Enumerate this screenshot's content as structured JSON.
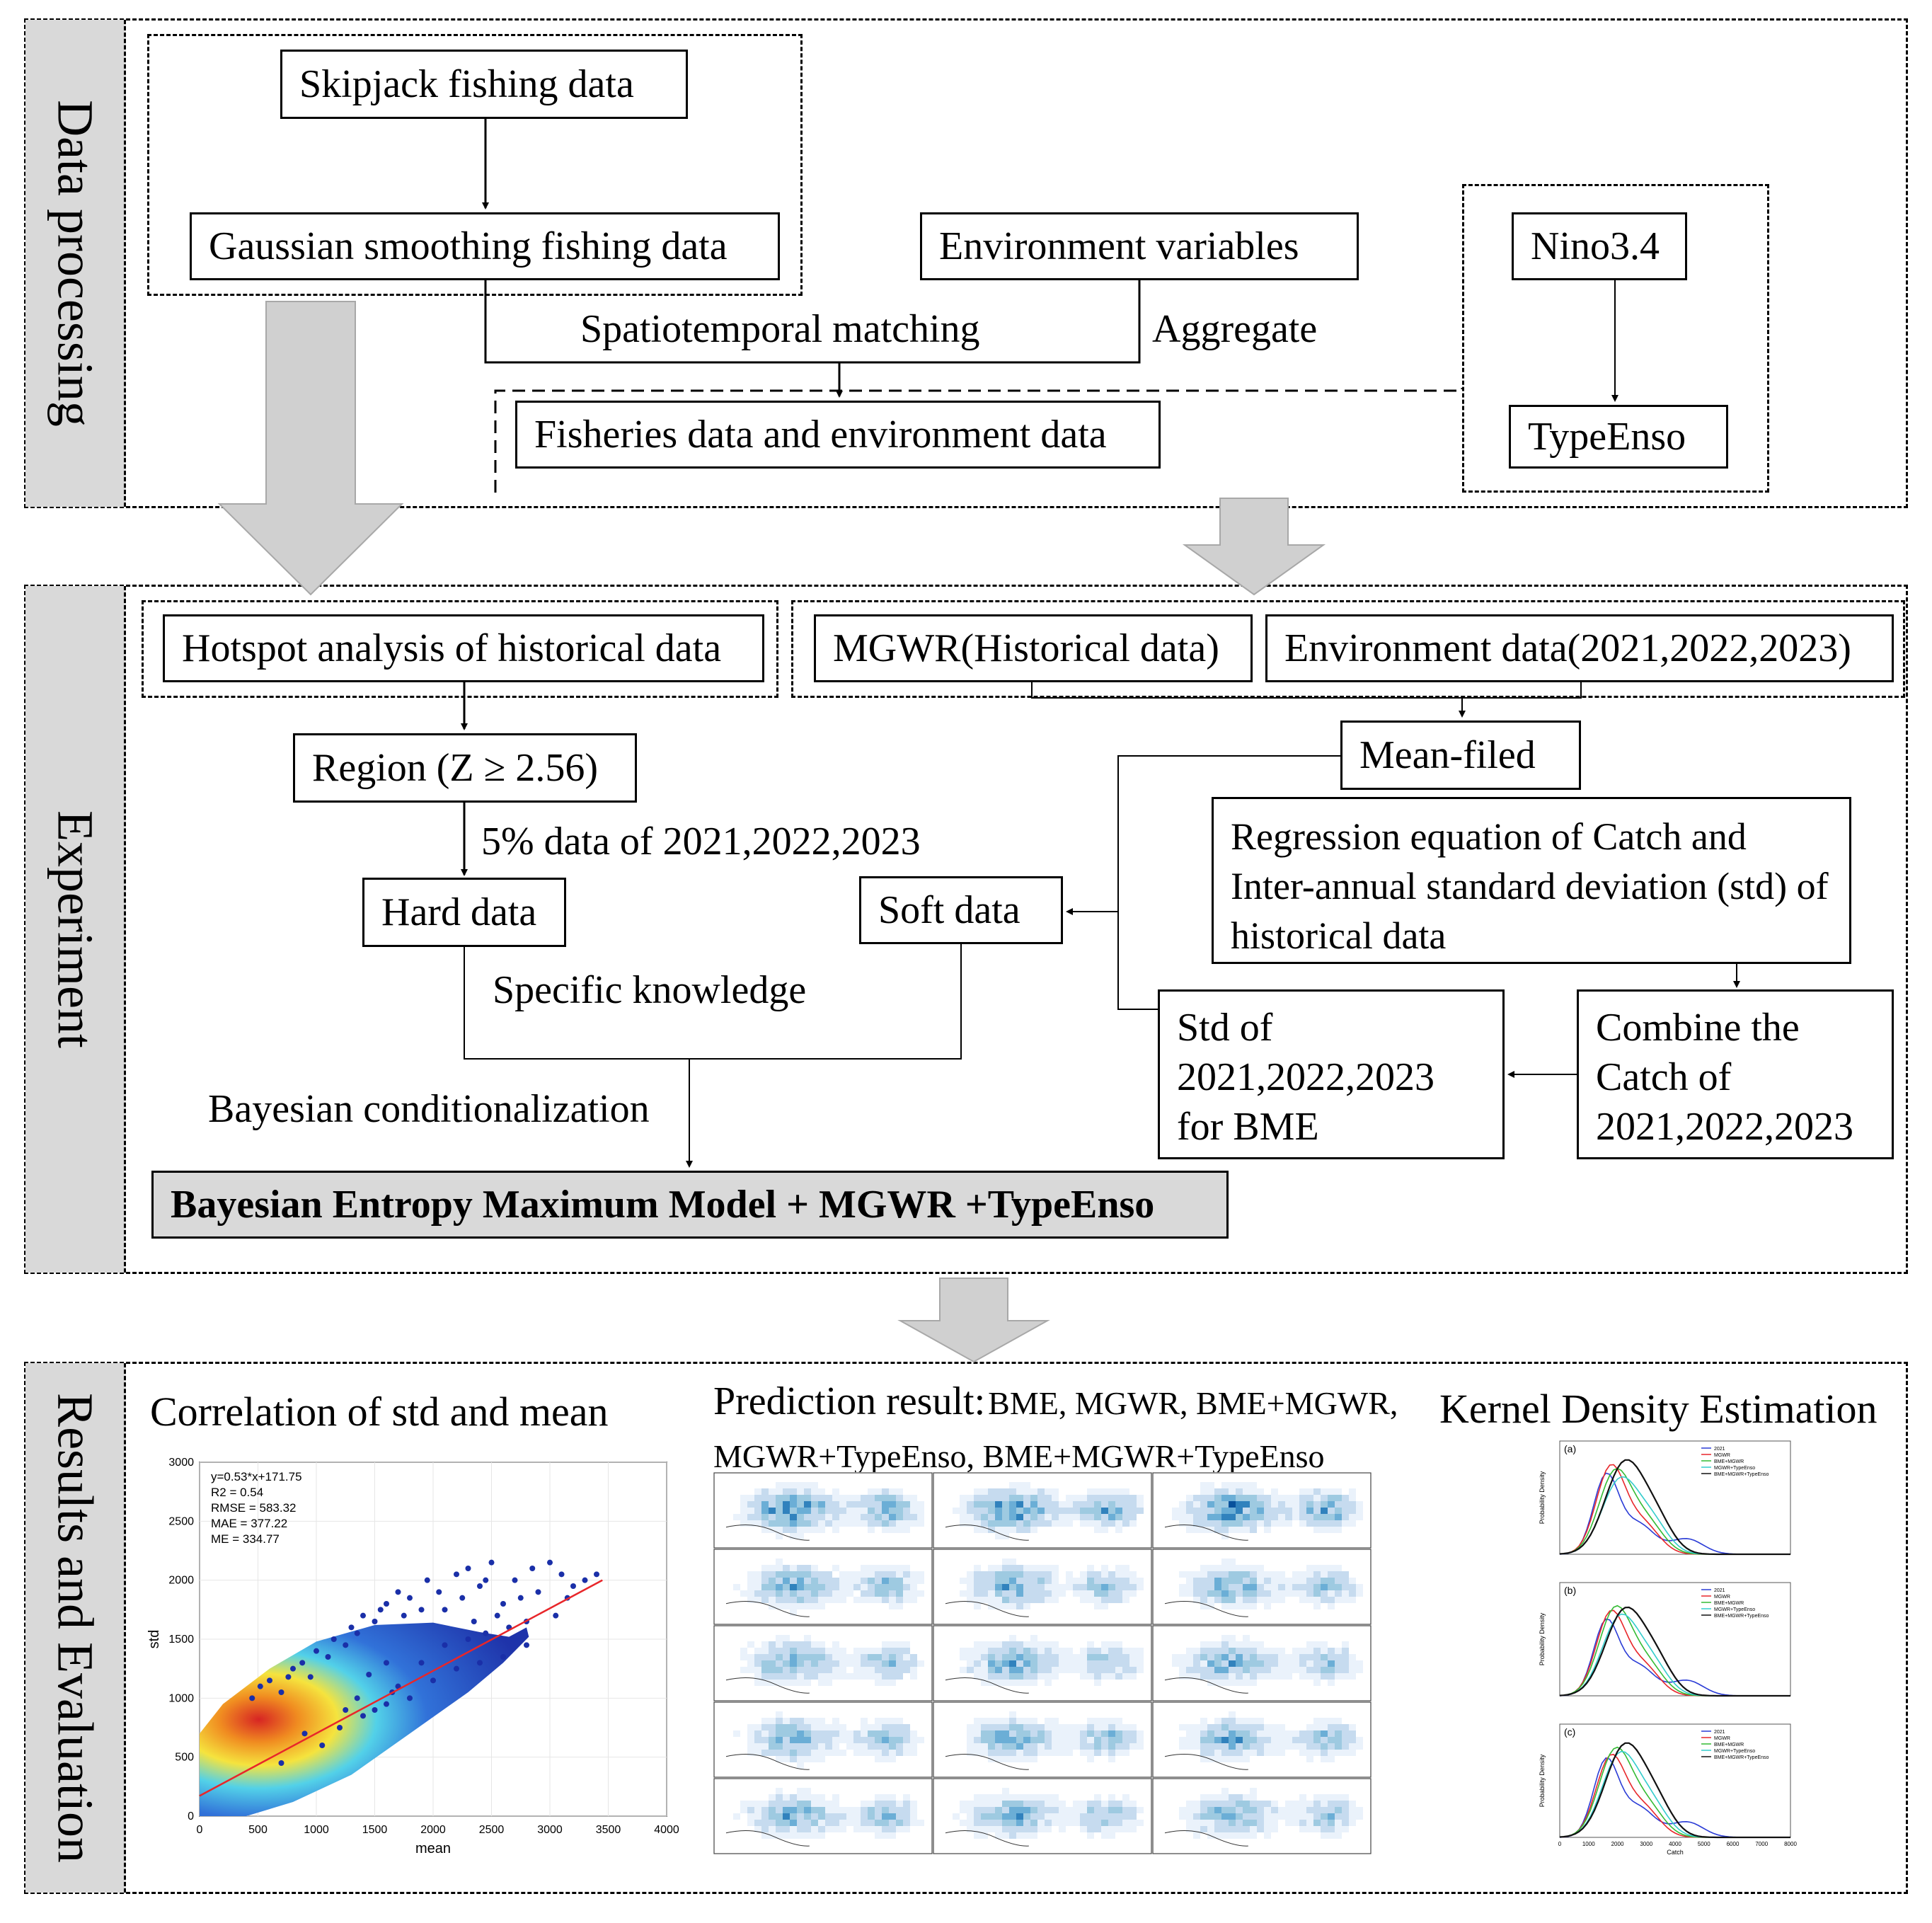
{
  "sections": {
    "data_processing": "Data processing",
    "experiment": "Experiment",
    "results": "Results and Evaluation"
  },
  "data_processing": {
    "skipjack": "Skipjack fishing data",
    "gaussian": "Gaussian smoothing fishing data",
    "environment": "Environment variables",
    "nino": "Nino3.4",
    "matching": "Spatiotemporal matching",
    "aggregate": "Aggregate",
    "fisheries_env": "Fisheries data and environment data",
    "typeenso": "TypeEnso"
  },
  "experiment": {
    "hotspot": "Hotspot analysis of historical data",
    "mgwr": "MGWR(Historical data)",
    "env_data": "Environment data(2021,2022,2023)",
    "region": "Region (Z ≥ 2.56)",
    "mean_filed": "Mean-filed",
    "five_pct": "5% data of 2021,2022,2023",
    "regression": "Regression equation of Catch and Inter-annual standard deviation (std) of historical data",
    "hard": "Hard data",
    "soft": "Soft data",
    "specific": "Specific knowledge",
    "std_bme": "Std of 2021,2022,2023 for BME",
    "combine": "Combine the Catch of 2021,2022,2023",
    "bayes_cond": "Bayesian conditionalization",
    "final_model": "Bayesian Entropy Maximum  Model + MGWR +TypeEnso"
  },
  "results": {
    "corr_title": "Correlation of std and mean",
    "pred_title_a": "Prediction result:",
    "pred_title_b": "BME, MGWR, BME+MGWR,",
    "pred_title_c": "MGWR+TypeEnso, BME+MGWR+TypeEnso",
    "kde_title": "Kernel Density Estimation"
  },
  "chart_data": [
    {
      "type": "scatter",
      "xlabel": "mean",
      "ylabel": "std",
      "xlim": [
        0,
        4000
      ],
      "ylim": [
        0,
        3000
      ],
      "xticks": [
        "0",
        "500",
        "1000",
        "1500",
        "2000",
        "2500",
        "3000",
        "3500",
        "4000"
      ],
      "yticks": [
        "0",
        "500",
        "1000",
        "1500",
        "2000",
        "2500",
        "3000"
      ],
      "annotations": [
        "y=0.53*x+171.75",
        "R2 = 0.54",
        "RMSE = 583.32",
        "MAE = 377.22",
        "ME = 334.77"
      ],
      "fit_line": {
        "x": [
          0,
          3450
        ],
        "y": [
          171.75,
          2000.25
        ],
        "color": "#e8262a"
      },
      "outliers": [
        [
          450,
          1000
        ],
        [
          520,
          1100
        ],
        [
          600,
          1150
        ],
        [
          700,
          1050
        ],
        [
          760,
          1180
        ],
        [
          800,
          1250
        ],
        [
          880,
          1300
        ],
        [
          950,
          1180
        ],
        [
          1000,
          1400
        ],
        [
          1100,
          1350
        ],
        [
          1150,
          1500
        ],
        [
          1250,
          1450
        ],
        [
          1300,
          1600
        ],
        [
          1350,
          1550
        ],
        [
          1400,
          1700
        ],
        [
          1500,
          1650
        ],
        [
          1550,
          1750
        ],
        [
          1600,
          1800
        ],
        [
          1700,
          1900
        ],
        [
          1750,
          1700
        ],
        [
          1800,
          1850
        ],
        [
          1900,
          1750
        ],
        [
          1950,
          2000
        ],
        [
          2050,
          1900
        ],
        [
          2100,
          1750
        ],
        [
          2200,
          2050
        ],
        [
          2250,
          1850
        ],
        [
          2300,
          2100
        ],
        [
          2400,
          1950
        ],
        [
          2450,
          2000
        ],
        [
          2500,
          2150
        ],
        [
          2550,
          1700
        ],
        [
          2600,
          1800
        ],
        [
          2700,
          2000
        ],
        [
          2750,
          1850
        ],
        [
          2850,
          2100
        ],
        [
          2900,
          1900
        ],
        [
          3000,
          2150
        ],
        [
          3050,
          1700
        ],
        [
          3100,
          2050
        ],
        [
          3150,
          1850
        ],
        [
          3200,
          1950
        ],
        [
          3300,
          2000
        ],
        [
          3400,
          2050
        ],
        [
          2350,
          1650
        ],
        [
          2450,
          1550
        ],
        [
          2650,
          1600
        ],
        [
          2800,
          1650
        ],
        [
          1600,
          1300
        ],
        [
          1450,
          1200
        ],
        [
          1250,
          900
        ],
        [
          1400,
          850
        ],
        [
          1600,
          950
        ],
        [
          1800,
          1000
        ],
        [
          2000,
          1150
        ],
        [
          2200,
          1250
        ],
        [
          2400,
          1300
        ],
        [
          2600,
          1350
        ],
        [
          2800,
          1450
        ],
        [
          1350,
          1000
        ],
        [
          1700,
          1100
        ],
        [
          1900,
          1300
        ],
        [
          2100,
          1450
        ],
        [
          2300,
          1500
        ],
        [
          900,
          700
        ],
        [
          1050,
          600
        ],
        [
          700,
          450
        ],
        [
          1200,
          750
        ],
        [
          1500,
          900
        ],
        [
          1650,
          1050
        ]
      ]
    },
    {
      "type": "line",
      "panels": [
        "(a)",
        "(b)",
        "(c)"
      ],
      "xlabel": "Catch",
      "ylabel": "Probability Density",
      "xticks": [
        "0",
        "1000",
        "2000",
        "3000",
        "4000",
        "5000",
        "6000",
        "7000",
        "8000"
      ],
      "series": [
        {
          "name": "2021",
          "color": "#2b3cd6"
        },
        {
          "name": "MGWR",
          "color": "#e8262a"
        },
        {
          "name": "BME+MGWR",
          "color": "#33bb33"
        },
        {
          "name": "MGWR+TypeEnso",
          "color": "#33cccc"
        },
        {
          "name": "BME+MGWR+TypeEnso",
          "color": "#111111"
        }
      ]
    }
  ]
}
